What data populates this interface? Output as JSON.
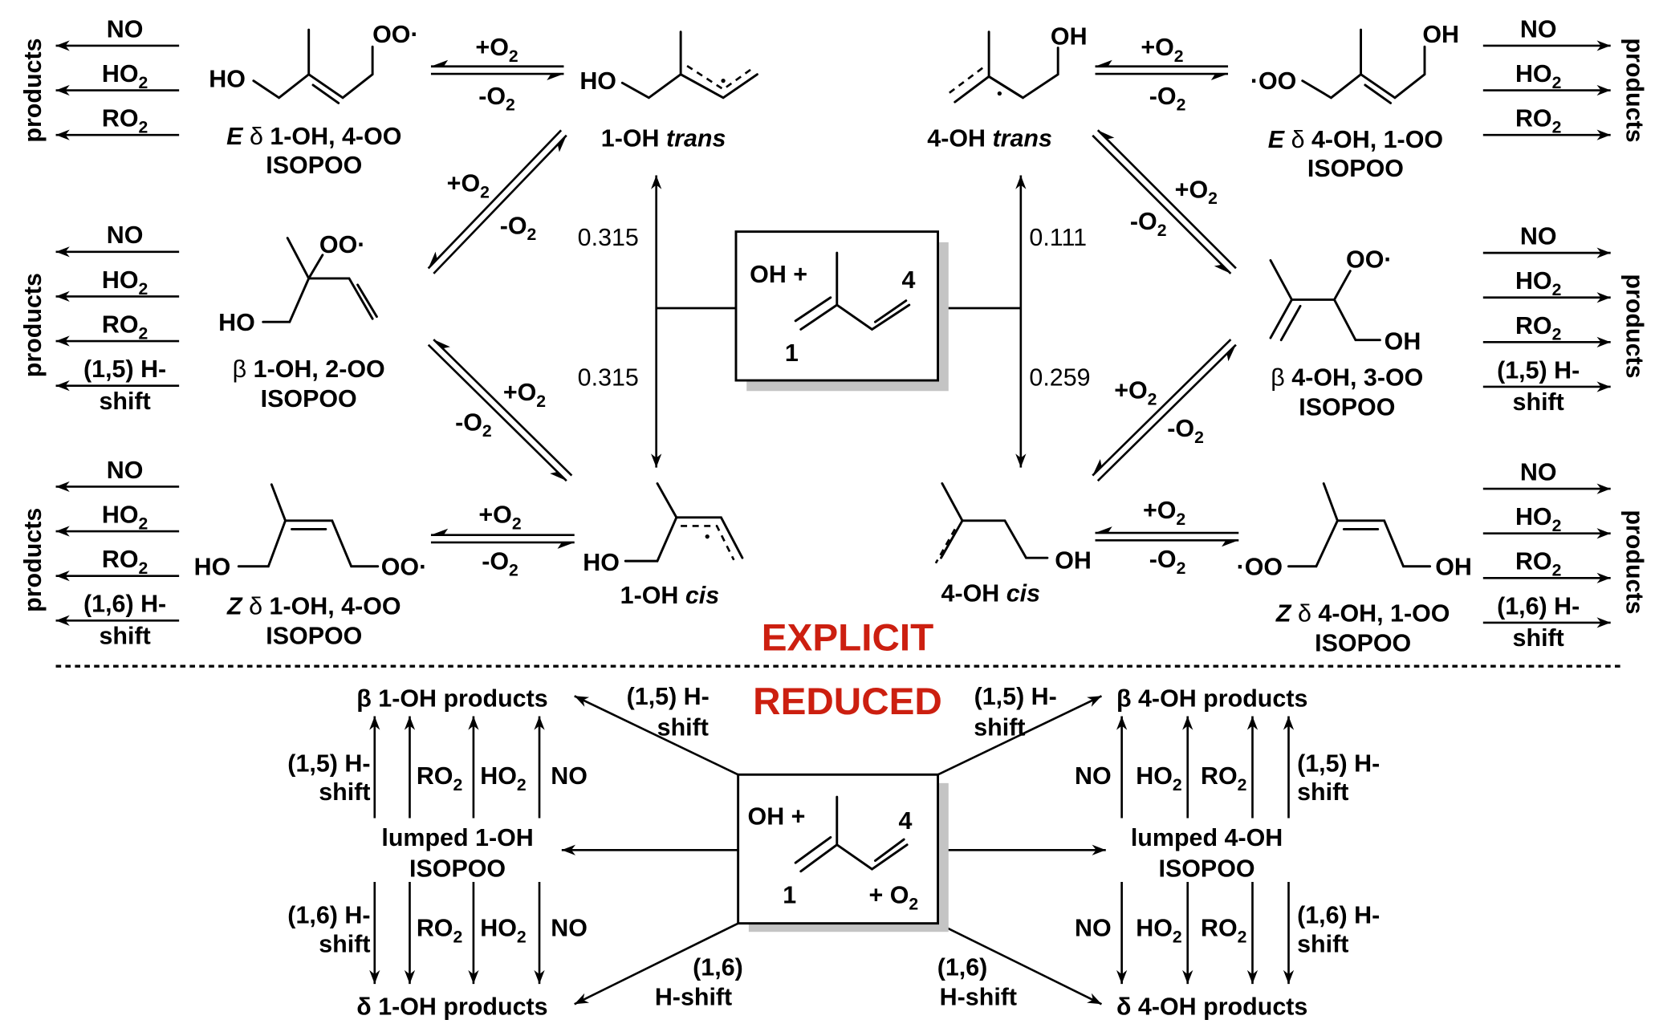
{
  "explicit": {
    "section_label": "EXPLICIT",
    "reactant_box": {
      "reactant": "OH +",
      "carbon_1": "1",
      "carbon_4": "4"
    },
    "equilibrium": {
      "forward": "+O₂",
      "reverse": "-O₂"
    },
    "branching_ratios": {
      "one_oh_trans": "0.315",
      "one_oh_cis": "0.315",
      "four_oh_trans": "0.111",
      "four_oh_cis": "0.259"
    },
    "radicals": {
      "one_oh_trans": {
        "prefix": "1-OH",
        "conformer": "trans",
        "oh": "HO"
      },
      "one_oh_cis": {
        "prefix": "1-OH",
        "conformer": "cis",
        "oh": "HO"
      },
      "four_oh_trans": {
        "prefix": "4-OH",
        "conformer": "trans",
        "oh": "OH"
      },
      "four_oh_cis": {
        "prefix": "4-OH",
        "conformer": "cis",
        "oh": "OH"
      }
    },
    "isopoo": {
      "e_delta_1oh": {
        "isomer": "E",
        "type": "δ",
        "name": "1-OH, 4-OO",
        "line2": "ISOPOO",
        "oh": "HO",
        "oo": "OO·"
      },
      "beta_1oh": {
        "type": "β",
        "name": "1-OH, 2-OO",
        "line2": "ISOPOO",
        "oh": "HO",
        "oo": "OO·"
      },
      "z_delta_1oh": {
        "isomer": "Z",
        "type": "δ",
        "name": "1-OH, 4-OO",
        "line2": "ISOPOO",
        "oh": "HO",
        "oo": "OO·"
      },
      "e_delta_4oh": {
        "isomer": "E",
        "type": "δ",
        "name": "4-OH, 1-OO",
        "line2": "ISOPOO",
        "oh": "OH",
        "oo": "·OO"
      },
      "beta_4oh": {
        "type": "β",
        "name": "4-OH, 3-OO",
        "line2": "ISOPOO",
        "oh": "OH",
        "oo": "OO·"
      },
      "z_delta_4oh": {
        "isomer": "Z",
        "type": "δ",
        "name": "4-OH, 1-OO",
        "line2": "ISOPOO",
        "oh": "OH",
        "oo": "·OO"
      }
    },
    "product_groups": [
      {
        "side": "left",
        "label": "products",
        "reagents": [
          "NO",
          "HO₂",
          "RO₂"
        ]
      },
      {
        "side": "left",
        "label": "products",
        "reagents": [
          "NO",
          "HO₂",
          "RO₂",
          "(1,5) H-|shift"
        ]
      },
      {
        "side": "left",
        "label": "products",
        "reagents": [
          "NO",
          "HO₂",
          "RO₂",
          "(1,6) H-|shift"
        ]
      },
      {
        "side": "right",
        "label": "products",
        "reagents": [
          "NO",
          "HO₂",
          "RO₂"
        ]
      },
      {
        "side": "right",
        "label": "products",
        "reagents": [
          "NO",
          "HO₂",
          "RO₂",
          "(1,5) H-|shift"
        ]
      },
      {
        "side": "right",
        "label": "products",
        "reagents": [
          "NO",
          "HO₂",
          "RO₂",
          "(1,6) H-|shift"
        ]
      }
    ]
  },
  "reduced": {
    "section_label": "REDUCED",
    "reactant_box": {
      "reactant": "OH +",
      "carbon_1": "1",
      "carbon_4": "4",
      "oxygen": "+ O₂"
    },
    "lumped_1oh": {
      "line1": "lumped 1-OH",
      "line2": "ISOPOO"
    },
    "lumped_4oh": {
      "line1": "lumped 4-OH",
      "line2": "ISOPOO"
    },
    "products": {
      "beta_1oh": "β 1-OH products",
      "delta_1oh": "δ 1-OH products",
      "beta_4oh": "β 4-OH products",
      "delta_4oh": "δ 4-OH products"
    },
    "direct_paths": {
      "h15_line1": "(1,5) H-",
      "h15_line2": "shift",
      "h16_line1": "(1,6)",
      "h16_line2": "H-shift"
    },
    "vertical_labels": {
      "left_up": [
        "(1,5) H-|shift",
        "RO₂",
        "HO₂",
        "NO"
      ],
      "left_down": [
        "(1,6) H-|shift",
        "RO₂",
        "HO₂",
        "NO"
      ],
      "right_up": [
        "NO",
        "HO₂",
        "RO₂",
        "(1,5) H-|shift"
      ],
      "right_down": [
        "NO",
        "HO₂",
        "RO₂",
        "(1,6) H-|shift"
      ]
    }
  }
}
